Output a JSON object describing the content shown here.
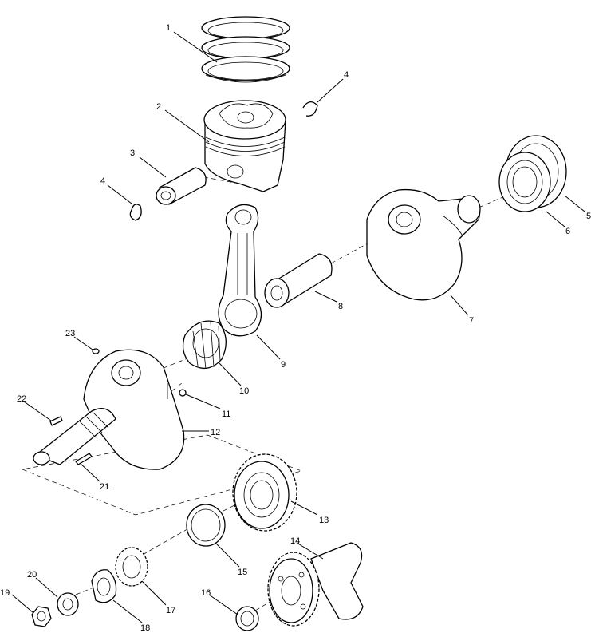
{
  "diagram": {
    "callouts": [
      {
        "id": "c1",
        "label": "1"
      },
      {
        "id": "c2",
        "label": "2"
      },
      {
        "id": "c3",
        "label": "3"
      },
      {
        "id": "c4a",
        "label": "4"
      },
      {
        "id": "c4b",
        "label": "4"
      },
      {
        "id": "c5",
        "label": "5"
      },
      {
        "id": "c6",
        "label": "6"
      },
      {
        "id": "c7",
        "label": "7"
      },
      {
        "id": "c8",
        "label": "8"
      },
      {
        "id": "c9",
        "label": "9"
      },
      {
        "id": "c10",
        "label": "10"
      },
      {
        "id": "c11",
        "label": "11"
      },
      {
        "id": "c12",
        "label": "12"
      },
      {
        "id": "c13",
        "label": "13"
      },
      {
        "id": "c14",
        "label": "14"
      },
      {
        "id": "c15",
        "label": "15"
      },
      {
        "id": "c16",
        "label": "16"
      },
      {
        "id": "c17",
        "label": "17"
      },
      {
        "id": "c18",
        "label": "18"
      },
      {
        "id": "c19",
        "label": "19"
      },
      {
        "id": "c20",
        "label": "20"
      },
      {
        "id": "c21",
        "label": "21"
      },
      {
        "id": "c22",
        "label": "22"
      },
      {
        "id": "c23",
        "label": "23"
      }
    ]
  }
}
